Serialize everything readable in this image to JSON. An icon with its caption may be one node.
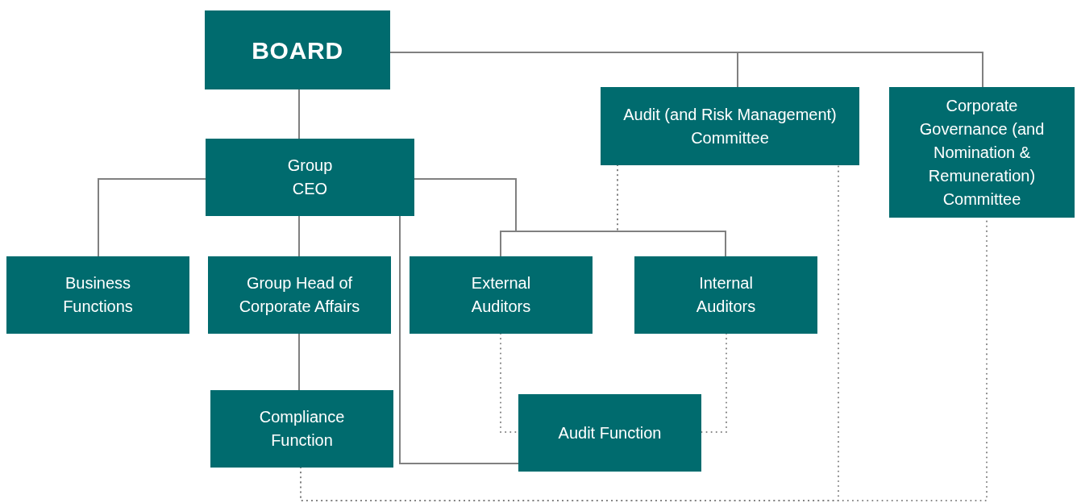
{
  "diagram": {
    "nodes": [
      {
        "text": [
          "BOARD"
        ]
      },
      {
        "text": [
          "Audit (and Risk Management) Committee"
        ]
      },
      {
        "text": [
          "Corporate Governance (and Nomination & Remuneration) Committee"
        ]
      },
      {
        "text": [
          "Group CEO"
        ]
      },
      {
        "text": [
          "Business Functions"
        ]
      },
      {
        "text": [
          "Group Head of Corporate Affairs"
        ]
      },
      {
        "text": [
          "External Auditors"
        ]
      },
      {
        "text": [
          "Internal Auditors"
        ]
      },
      {
        "text": [
          "Compliance Function"
        ]
      },
      {
        "text": [
          "Audit Function"
        ]
      }
    ],
    "edges": [
      {
        "from": 0,
        "to": 3,
        "arrow": "none"
      },
      {
        "from": 0,
        "to": 1,
        "arrow": "none"
      },
      {
        "from": 0,
        "to": 2,
        "arrow": "none"
      },
      {
        "from": 3,
        "to": 4,
        "arrow": "none"
      },
      {
        "from": 3,
        "to": 5,
        "arrow": "none"
      },
      {
        "from": 3,
        "to": 6,
        "arrow": "none"
      },
      {
        "from": 3,
        "to": 7,
        "arrow": "none"
      },
      {
        "from": 3,
        "to": 9,
        "arrow": "none"
      },
      {
        "from": 5,
        "to": 8,
        "arrow": "none"
      },
      {
        "from": 1,
        "to": 6,
        "arrow": "none",
        "style": "dashed"
      },
      {
        "from": 1,
        "to": 7,
        "arrow": "none",
        "style": "dashed"
      },
      {
        "from": 6,
        "to": 9,
        "arrow": "none",
        "style": "dashed"
      },
      {
        "from": 7,
        "to": 9,
        "arrow": "none",
        "style": "dashed"
      },
      {
        "from": 8,
        "to": 1,
        "arrow": "none",
        "style": "dashed"
      },
      {
        "from": 8,
        "to": 2,
        "arrow": "none",
        "style": "dashed"
      }
    ]
  }
}
